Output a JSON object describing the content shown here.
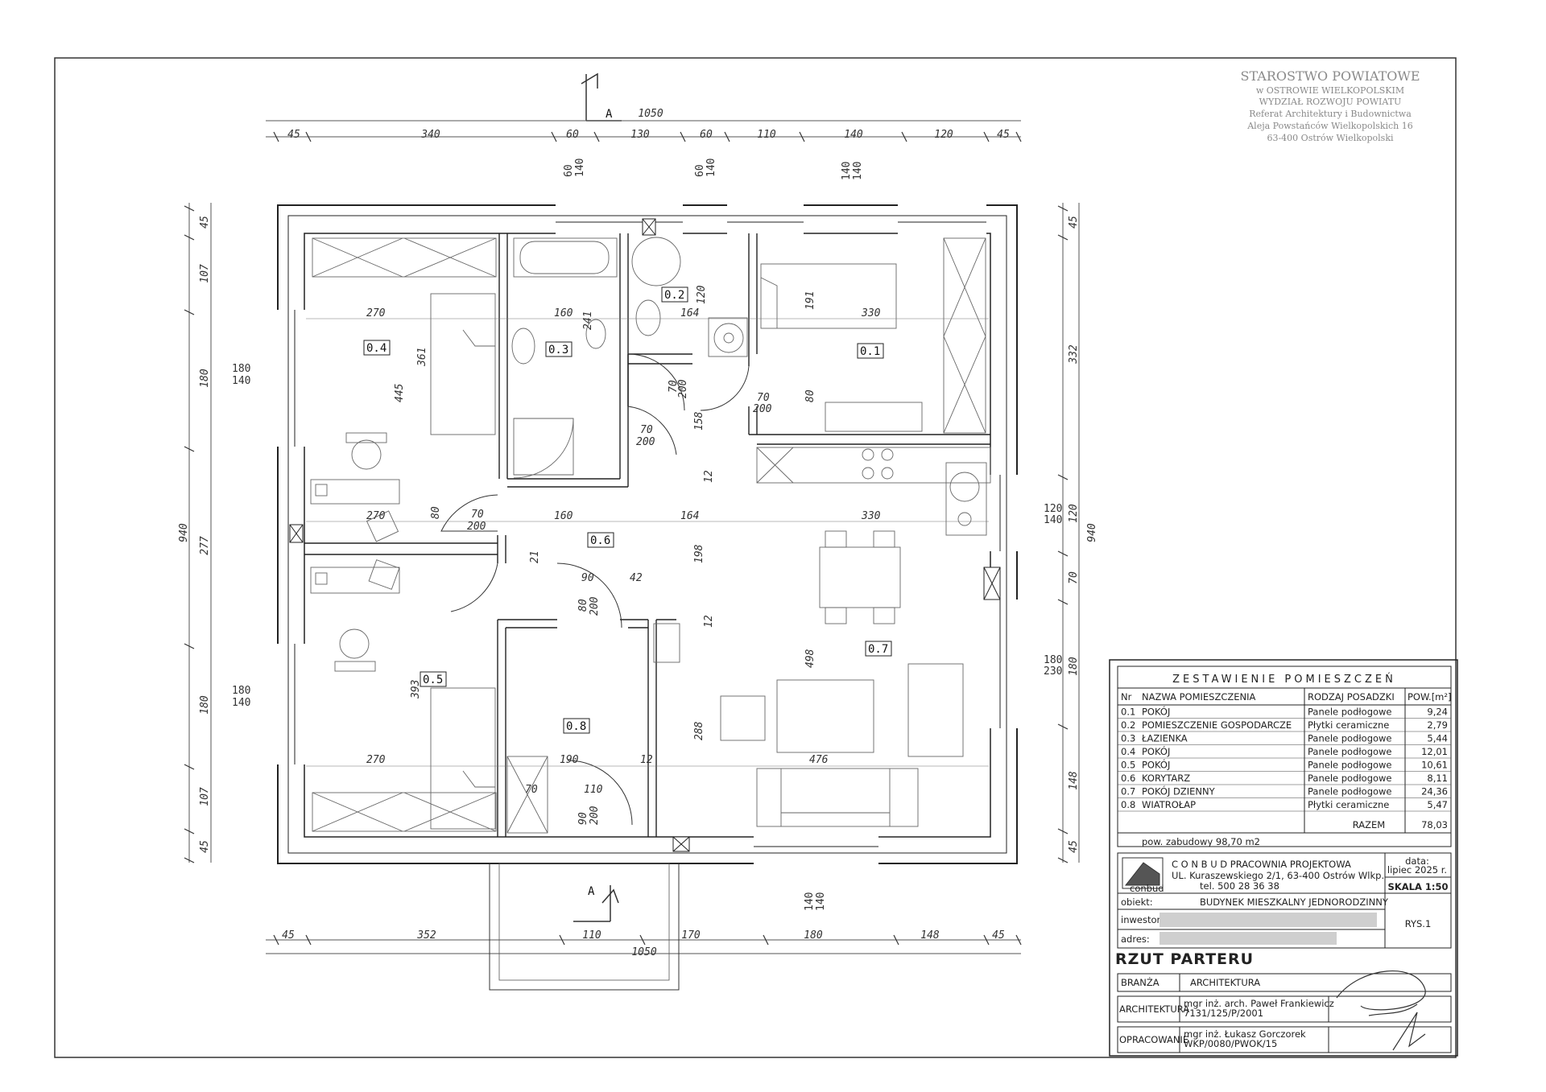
{
  "stamp": {
    "line1": "STAROSTWO POWIATOWE",
    "line2": "w OSTROWIE WIELKOPOLSKIM",
    "line3": "WYDZIAŁ ROZWOJU POWIATU",
    "line4": "Referat Architektury i Budownictwa",
    "line5": "Aleja Powstańców Wielkopolskich 16",
    "line6": "63-400 Ostrów Wielkopolski"
  },
  "section_marks": {
    "top": "A",
    "bottom": "A"
  },
  "dims_top": {
    "total": "1050",
    "segments": [
      "45",
      "340",
      "60",
      "130",
      "60",
      "110",
      "140",
      "120",
      "45"
    ]
  },
  "dims_bottom": {
    "total": "1050",
    "segments": [
      "45",
      "352",
      "110",
      "170",
      "180",
      "148",
      "45"
    ]
  },
  "dims_left": {
    "total": "940",
    "segments": [
      "45",
      "107",
      "180",
      "277",
      "180",
      "107",
      "45"
    ]
  },
  "dims_right": {
    "total": "940",
    "segments": [
      "45",
      "332",
      "120",
      "70",
      "180",
      "148",
      "45"
    ]
  },
  "windows": {
    "top1": [
      "60",
      "140"
    ],
    "top2": [
      "60",
      "140"
    ],
    "top3": [
      "140",
      "140"
    ],
    "left1": [
      "180",
      "140"
    ],
    "left2": [
      "180",
      "140"
    ],
    "right1": [
      "120",
      "140"
    ],
    "right2": [
      "180",
      "230"
    ],
    "bottom": [
      "140",
      "140"
    ]
  },
  "rooms": {
    "r01": "0.1",
    "r02": "0.2",
    "r03": "0.3",
    "r04": "0.4",
    "r05": "0.5",
    "r06": "0.6",
    "r07": "0.7",
    "r08": "0.8"
  },
  "inner_dims": {
    "d270a": "270",
    "d445": "445",
    "d361": "361",
    "d160a": "160",
    "d241": "241",
    "d164a": "164",
    "d120": "120",
    "d330a": "330",
    "d191": "191",
    "d80a": "80",
    "d70_200a": "70",
    "d200a": "200",
    "d70_200b": "70",
    "d200b": "200",
    "d70_200c": "70",
    "d200c": "200",
    "d158": "158",
    "d12a": "12",
    "d270b": "270",
    "d80b": "80",
    "d160b": "160",
    "d164b": "164",
    "d330b": "330",
    "d70_200d": "70",
    "d200d": "200",
    "d21": "21",
    "d90a": "90",
    "d42": "42",
    "d80_200": "80",
    "d200e": "200",
    "d198": "198",
    "d12b": "12",
    "d393": "393",
    "d270c": "270",
    "d190": "190",
    "d110": "110",
    "d288": "288",
    "d476": "476",
    "d498": "498",
    "d90_200": "90",
    "d200f": "200",
    "d70e": "70",
    "d12c": "12"
  },
  "schedule": {
    "title": "ZESTAWIENIE POMIESZCZEŃ",
    "headers": [
      "Nr",
      "NAZWA POMIESZCZENIA",
      "RODZAJ POSADZKI",
      "POW.[m²]"
    ],
    "rows": [
      [
        "0.1",
        "POKÓJ",
        "Panele podłogowe",
        "9,24"
      ],
      [
        "0.2",
        "POMIESZCZENIE GOSPODARCZE",
        "Płytki ceramiczne",
        "2,79"
      ],
      [
        "0.3",
        "ŁAZIENKA",
        "Panele podłogowe",
        "5,44"
      ],
      [
        "0.4",
        "POKÓJ",
        "Panele podłogowe",
        "12,01"
      ],
      [
        "0.5",
        "POKÓJ",
        "Panele podłogowe",
        "10,61"
      ],
      [
        "0.6",
        "KORYTARZ",
        "Panele podłogowe",
        "8,11"
      ],
      [
        "0.7",
        "POKÓJ DZIENNY",
        "Panele podłogowe",
        "24,36"
      ],
      [
        "0.8",
        "WIATROŁAP",
        "Płytki ceramiczne",
        "5,47"
      ]
    ],
    "total_label": "RAZEM",
    "total_value": "78,03",
    "built_area": "pow. zabudowy 98,70 m2"
  },
  "titleblock": {
    "logo_text": "conbud",
    "company_name": "C O N B U D   PRACOWNIA PROJEKTOWA",
    "company_address": "UL. Kuraszewskiego 2/1, 63-400 Ostrów Wlkp.",
    "company_phone": "tel. 500 28 36 38",
    "date_label": "data:",
    "date_value": "lipiec 2025 r.",
    "scale": "SKALA 1:50",
    "object_label": "obiekt:",
    "object_value": "BUDYNEK MIESZKALNY JEDNORODZINNY",
    "investor_label": "inwestor:",
    "address_label": "adres:",
    "sheet_no": "RYS.1",
    "drawing_title": "RZUT PARTERU",
    "branza_label": "BRANŻA",
    "branza_value": "ARCHITEKTURA",
    "arch_label": "ARCHITEKTURA",
    "arch_person": "mgr inż. arch. Paweł Frankiewicz",
    "arch_license": "7131/125/P/2001",
    "prep_label": "OPRACOWANIE",
    "prep_person": "mgr inż. Łukasz Gorczorek",
    "prep_license": "WKP/0080/PWOK/15"
  }
}
